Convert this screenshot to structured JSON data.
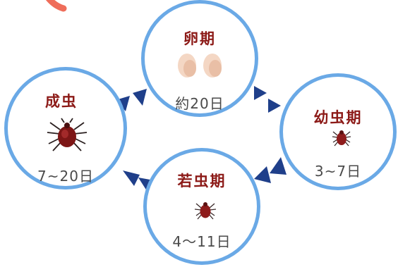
{
  "stages": [
    {
      "key": "egg",
      "title": "卵期",
      "duration": "約20日",
      "icon": "eggs-icon"
    },
    {
      "key": "larva",
      "title": "幼虫期",
      "duration": "3~7日",
      "icon": "mite-icon"
    },
    {
      "key": "nymph",
      "title": "若虫期",
      "duration": "4〜11日",
      "icon": "mite-icon"
    },
    {
      "key": "adult",
      "title": "成虫",
      "duration": "7~20日",
      "icon": "mite-icon"
    }
  ],
  "colors": {
    "ring": "#6aa9e6",
    "arrow": "#1f3f8a",
    "title": "#8c1a17",
    "text": "#4a4a4a",
    "accent": "#ef6d5a"
  }
}
